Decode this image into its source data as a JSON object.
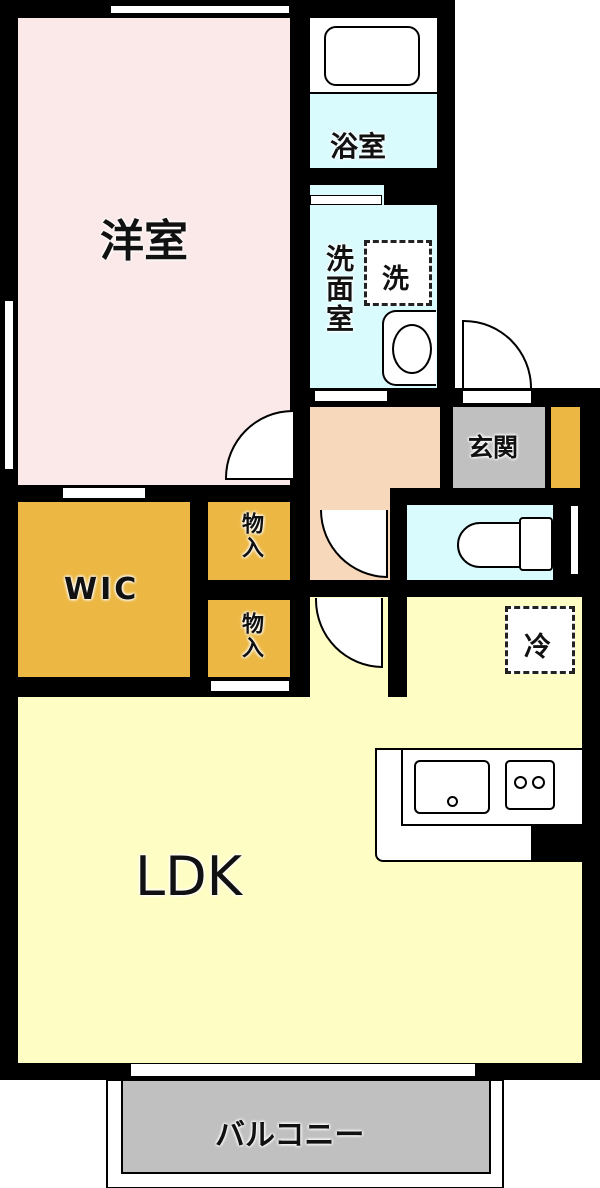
{
  "rooms": {
    "western": "洋室",
    "bath": "浴室",
    "washroom": "洗面室",
    "washer": "洗",
    "entrance": "玄関",
    "wic": "WIC",
    "storage1": "物入",
    "storage2": "物入",
    "fridge": "冷",
    "ldk": "LDK",
    "balcony": "バルコニー"
  },
  "colors": {
    "western": "#fbe8e8",
    "wet": "#d9fbfd",
    "hall": "#f8d8bb",
    "entrance": "#c0c0c0",
    "storage": "#ecb843",
    "ldk": "#fefdc4",
    "balcony": "#c0c0c0",
    "wall": "#000000"
  }
}
